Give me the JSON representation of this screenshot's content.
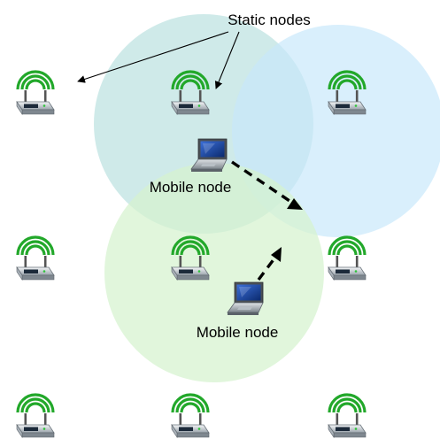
{
  "labels": {
    "static_nodes": "Static nodes",
    "mobile_node_top": "Mobile node",
    "mobile_node_bottom": "Mobile node"
  },
  "colors": {
    "coverage_teal": "#bfe3e2",
    "coverage_blue": "#c7e8fb",
    "coverage_green": "#d6f2cf",
    "antenna_green": "#22a82a",
    "arrow": "#000000"
  },
  "icons": {
    "static_node": "wireless-router-icon",
    "mobile_node": "laptop-icon"
  }
}
